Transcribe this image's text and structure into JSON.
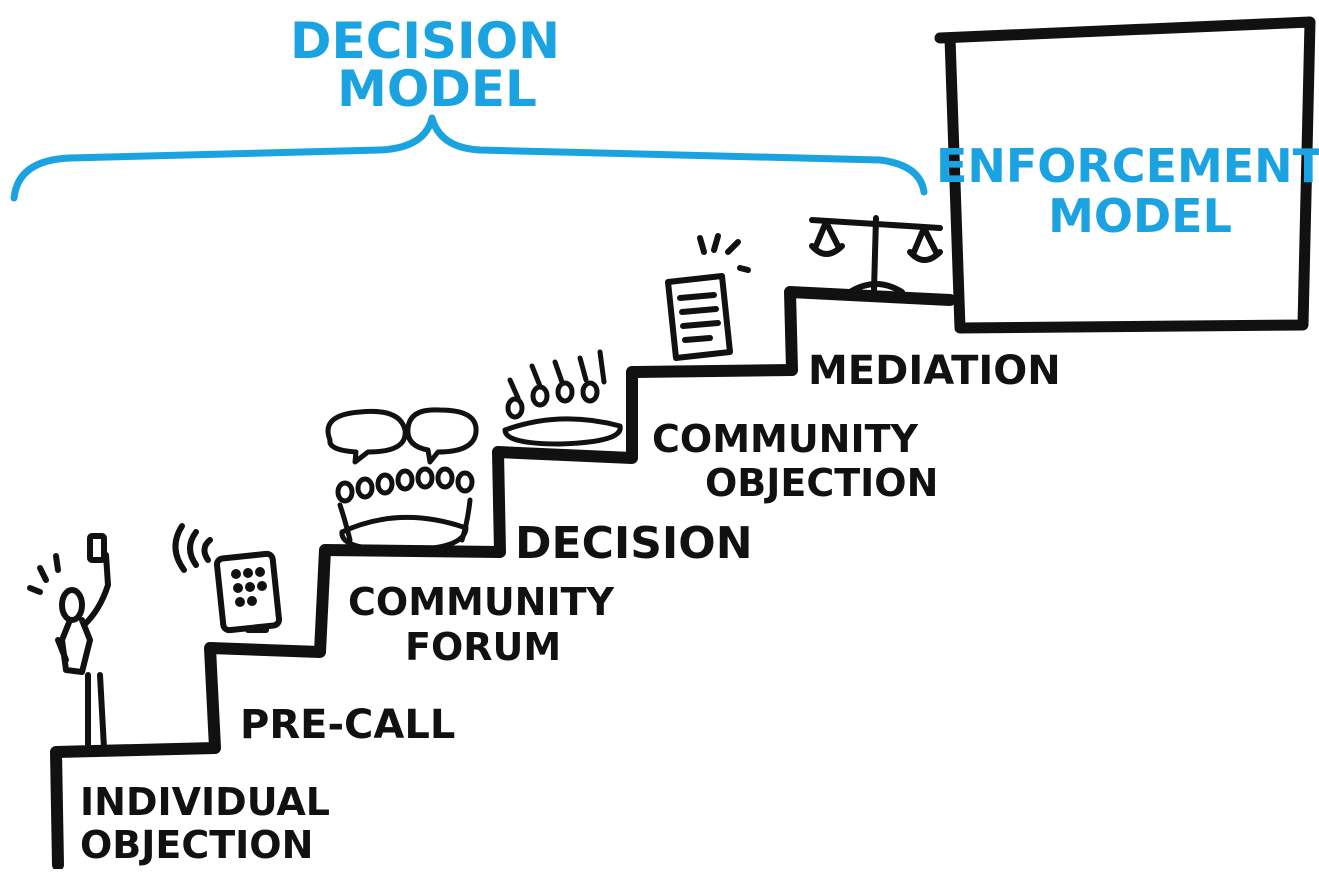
{
  "diagram": {
    "decision_model": {
      "line1": "DECISION",
      "line2": "MODEL"
    },
    "enforcement_model": {
      "line1": "ENFORCEMENT",
      "line2": "MODEL"
    },
    "steps": [
      {
        "line1": "INDIVIDUAL",
        "line2": "OBJECTION",
        "icon": "person-phone-icon"
      },
      {
        "line1": "PRE-CALL",
        "line2": "",
        "icon": "phone-ringing-icon"
      },
      {
        "line1": "COMMUNITY",
        "line2": "FORUM",
        "icon": "forum-crowd-icon"
      },
      {
        "line1": "DECISION",
        "line2": "",
        "icon": "voting-crowd-icon"
      },
      {
        "line1": "COMMUNITY",
        "line2": "OBJECTION",
        "icon": "document-icon"
      },
      {
        "line1": "MEDIATION",
        "line2": "",
        "icon": "scales-icon"
      }
    ],
    "colors": {
      "accent": "#1aa3e0",
      "ink": "#111111"
    }
  }
}
